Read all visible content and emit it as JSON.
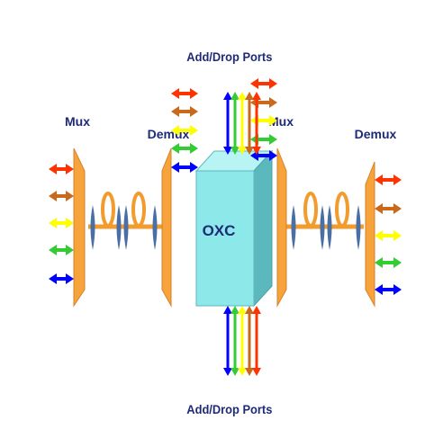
{
  "labels": {
    "add_drop_top": "Add/Drop Ports",
    "add_drop_bottom": "Add/Drop Ports",
    "mux_left": "Mux",
    "demux_left": "Demux",
    "mux_right": "Mux",
    "demux_right": "Demux",
    "oxc": "OXC"
  },
  "colors": {
    "label_text": "#1e2a78",
    "fiber": "#f29b2e",
    "mux_panel": "#f5a33a",
    "oxc_front": "#8de8ea",
    "oxc_top": "#b8f4f4",
    "oxc_side": "#5bb8bd",
    "lens": "#4a6fa5",
    "channels": [
      "#ff3300",
      "#c8691c",
      "#ffff00",
      "#33cc33",
      "#0000ff"
    ]
  },
  "icons": [
    "bidirectional-arrow-icon",
    "fiber-coil-icon",
    "lens-icon",
    "cube-icon"
  ]
}
